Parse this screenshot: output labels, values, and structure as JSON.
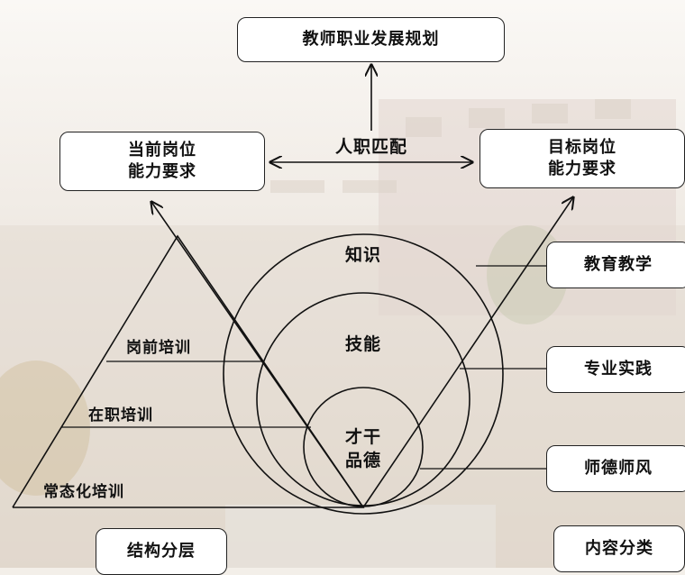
{
  "boxes": {
    "top": "教师职业发展规划",
    "current": [
      "当前岗位",
      "能力要求"
    ],
    "target": [
      "目标岗位",
      "能力要求"
    ],
    "teaching": "教育教学",
    "practice": "专业实践",
    "ethics": "师德师风",
    "structure": "结构分层",
    "content": "内容分类"
  },
  "labels": {
    "match": "人职匹配",
    "knowledge": "知识",
    "skill": "技能",
    "talent": [
      "才干",
      "品德"
    ],
    "pre_job": "岗前培训",
    "on_job": "在职培训",
    "regular": "常态化培训"
  },
  "colors": {
    "line": "#111111",
    "box_fill": "#ffffff",
    "box_border": "#222222"
  }
}
